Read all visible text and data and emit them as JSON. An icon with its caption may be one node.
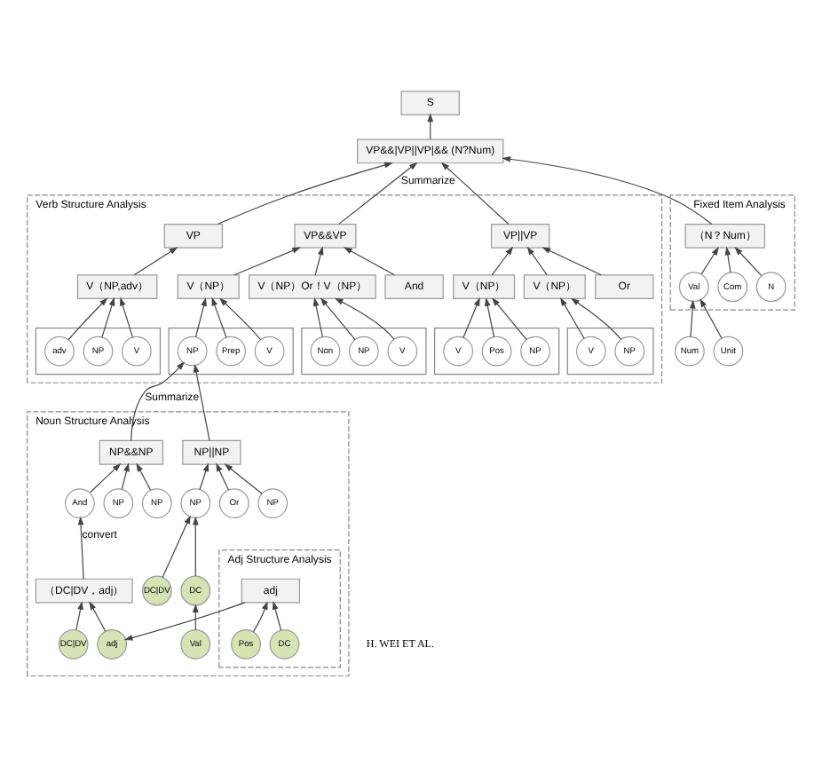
{
  "diagram": {
    "nodes": [
      {
        "text": [
          "S"
        ]
      },
      {
        "text": [
          "VP&&|VP||VP|&& (N?Num)"
        ]
      },
      {
        "text": [
          "Verb Structure Analysis"
        ]
      },
      {
        "text": [
          "Fixed Item Analysis"
        ]
      },
      {
        "text": [
          "Noun Structure Analysis"
        ]
      },
      {
        "text": [
          "Adj Structure Analysis"
        ],
        "in": 4
      },
      {
        "text": [
          "VP"
        ],
        "in": 2
      },
      {
        "text": [
          "VP&&VP"
        ],
        "in": 2
      },
      {
        "text": [
          "VP||VP"
        ],
        "in": 2
      },
      {
        "text": [
          "V（NP,adv）"
        ],
        "in": 2
      },
      {
        "text": [
          "V（NP）Or！V（NP）"
        ],
        "in": 2
      },
      {
        "text": [
          "And"
        ],
        "in": 2
      },
      {
        "text": [
          "V（NP）"
        ],
        "in": 2
      },
      {
        "text": [
          "V（NP）"
        ],
        "in": 2
      },
      {
        "text": [
          "Or"
        ],
        "in": 2
      },
      {
        "text": [
          "V（NP）"
        ],
        "in": 2
      },
      {
        "text": [],
        "shape": "box",
        "in": 2
      },
      {
        "text": [
          "NP"
        ],
        "in": 16
      },
      {
        "text": [
          "V"
        ],
        "in": 16
      },
      {
        "text": [
          "adv"
        ],
        "in": 16
      },
      {
        "text": [],
        "shape": "box",
        "in": 2
      },
      {
        "text": [
          "NP"
        ],
        "in": 20
      },
      {
        "text": [
          "V"
        ],
        "in": 20
      },
      {
        "text": [
          "Non"
        ],
        "in": 20
      },
      {
        "text": [],
        "shape": "box",
        "in": 2
      },
      {
        "text": [
          "Prep"
        ],
        "in": 24
      },
      {
        "text": [
          "V"
        ],
        "in": 24
      },
      {
        "text": [
          "NP"
        ],
        "in": 24
      },
      {
        "text": [],
        "shape": "box",
        "in": 2
      },
      {
        "text": [
          "V"
        ],
        "in": 28
      },
      {
        "text": [
          "NP"
        ],
        "in": 28
      },
      {
        "text": [],
        "shape": "box",
        "in": 2
      },
      {
        "text": [
          "NP"
        ],
        "in": 31
      },
      {
        "text": [
          "V"
        ],
        "in": 31
      },
      {
        "text": [
          "Pos"
        ],
        "in": 31
      },
      {
        "text": [
          "（N？Num）"
        ],
        "in": 3
      },
      {
        "text": [
          "N"
        ],
        "in": 3
      },
      {
        "text": [
          "Com"
        ],
        "in": 3
      },
      {
        "text": [
          "Val"
        ],
        "in": 3
      },
      {
        "text": [
          "Num"
        ]
      },
      {
        "text": [
          "Unit"
        ]
      },
      {
        "text": [
          "NP&&NP"
        ],
        "in": 4
      },
      {
        "text": [
          "NP||NP"
        ],
        "in": 4
      },
      {
        "text": [
          "NP"
        ],
        "in": 4
      },
      {
        "text": [
          "And"
        ],
        "in": 4
      },
      {
        "text": [
          "NP"
        ],
        "in": 4
      },
      {
        "text": [
          "（DC|DV，adj）"
        ],
        "in": 4
      },
      {
        "text": [
          "adj"
        ],
        "in": 4
      },
      {
        "text": [
          "DC|DV"
        ],
        "in": 4
      },
      {
        "text": [
          "NP"
        ],
        "in": 4
      },
      {
        "text": [
          "Or"
        ],
        "in": 4
      },
      {
        "text": [
          "NP"
        ],
        "in": 4
      },
      {
        "text": [
          "DC"
        ],
        "in": 4
      },
      {
        "text": [
          "DC|DV"
        ],
        "in": 4
      },
      {
        "text": [
          "Val"
        ],
        "in": 4
      },
      {
        "text": [
          "adj"
        ],
        "in": 5
      },
      {
        "text": [
          "DC"
        ],
        "in": 5
      },
      {
        "text": [
          "Pos"
        ],
        "in": 5
      }
    ],
    "edges": [
      {
        "from": 1,
        "to": 0,
        "arrow": "to"
      },
      {
        "from": 6,
        "to": 1,
        "arrow": "to"
      },
      {
        "from": 7,
        "to": 1,
        "arrow": "to",
        "label": "Summarize"
      },
      {
        "from": 8,
        "to": 1,
        "arrow": "to"
      },
      {
        "from": 35,
        "to": 1,
        "arrow": "to"
      },
      {
        "from": 9,
        "to": 6,
        "arrow": "to"
      },
      {
        "from": 10,
        "to": 7,
        "arrow": "to"
      },
      {
        "from": 11,
        "to": 7,
        "arrow": "to"
      },
      {
        "from": 12,
        "to": 7,
        "arrow": "to"
      },
      {
        "from": 13,
        "to": 8,
        "arrow": "to"
      },
      {
        "from": 14,
        "to": 8,
        "arrow": "to"
      },
      {
        "from": 15,
        "to": 8,
        "arrow": "to"
      },
      {
        "from": 17,
        "to": 9,
        "arrow": "to"
      },
      {
        "from": 18,
        "to": 9,
        "arrow": "to"
      },
      {
        "from": 19,
        "to": 9,
        "arrow": "to"
      },
      {
        "from": 21,
        "to": 10,
        "arrow": "to"
      },
      {
        "from": 22,
        "to": 10,
        "arrow": "to"
      },
      {
        "from": 23,
        "to": 10,
        "arrow": "to"
      },
      {
        "from": 25,
        "to": 12,
        "arrow": "to"
      },
      {
        "from": 26,
        "to": 12,
        "arrow": "to"
      },
      {
        "from": 27,
        "to": 12,
        "arrow": "to"
      },
      {
        "from": 29,
        "to": 13,
        "arrow": "to"
      },
      {
        "from": 30,
        "to": 13,
        "arrow": "to"
      },
      {
        "from": 32,
        "to": 15,
        "arrow": "to"
      },
      {
        "from": 33,
        "to": 15,
        "arrow": "to"
      },
      {
        "from": 34,
        "to": 15,
        "arrow": "to"
      },
      {
        "from": 36,
        "to": 35,
        "arrow": "to"
      },
      {
        "from": 37,
        "to": 35,
        "arrow": "to"
      },
      {
        "from": 38,
        "to": 35,
        "arrow": "to"
      },
      {
        "from": 39,
        "to": 38,
        "arrow": "to"
      },
      {
        "from": 40,
        "to": 38,
        "arrow": "to"
      },
      {
        "from": 41,
        "to": 27,
        "arrow": "to",
        "label": "Summarize"
      },
      {
        "from": 42,
        "to": 27,
        "arrow": "to"
      },
      {
        "from": 43,
        "to": 41,
        "arrow": "to"
      },
      {
        "from": 44,
        "to": 41,
        "arrow": "to"
      },
      {
        "from": 45,
        "to": 41,
        "arrow": "to"
      },
      {
        "from": 46,
        "to": 44,
        "arrow": "to",
        "label": "convert"
      },
      {
        "from": 47,
        "to": 46,
        "arrow": "to"
      },
      {
        "from": 48,
        "to": 46,
        "arrow": "to"
      },
      {
        "from": 49,
        "to": 42,
        "arrow": "to"
      },
      {
        "from": 50,
        "to": 42,
        "arrow": "to"
      },
      {
        "from": 51,
        "to": 42,
        "arrow": "to"
      },
      {
        "from": 52,
        "to": 51,
        "arrow": "to"
      },
      {
        "from": 53,
        "to": 51,
        "arrow": "to"
      },
      {
        "from": 54,
        "to": 52,
        "arrow": "to"
      },
      {
        "from": 55,
        "to": 47,
        "arrow": "to"
      },
      {
        "from": 56,
        "to": 55,
        "arrow": "to"
      },
      {
        "from": 57,
        "to": 55,
        "arrow": "to"
      }
    ],
    "labels": [
      "H. WEI ET AL."
    ]
  }
}
